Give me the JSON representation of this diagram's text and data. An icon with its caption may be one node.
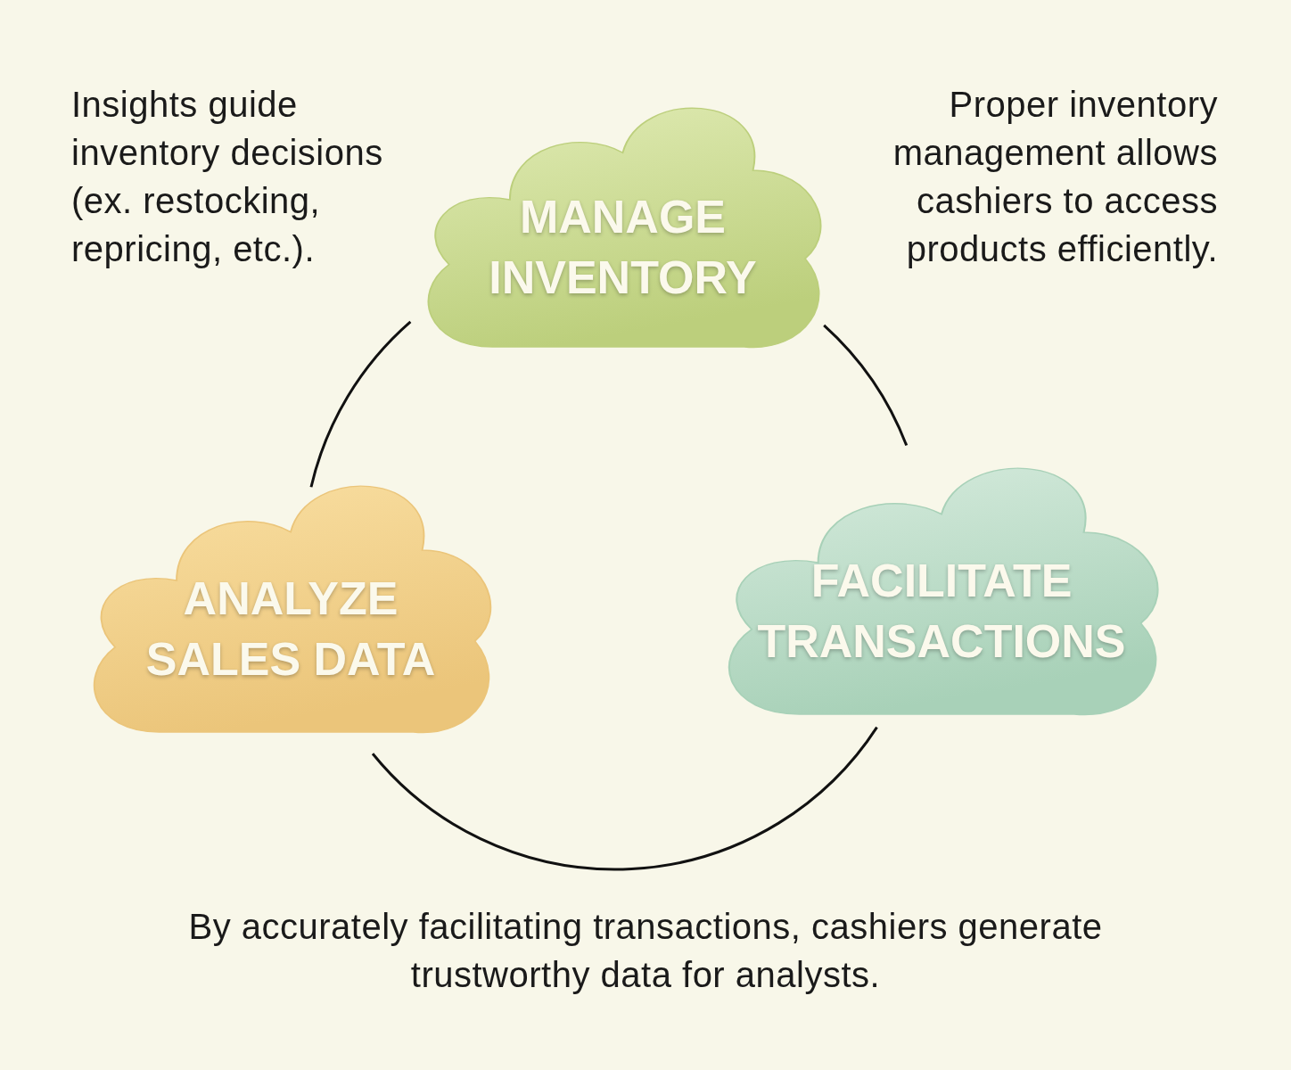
{
  "diagram": {
    "nodes": [
      {
        "text": [
          "MANAGE INVENTORY"
        ]
      },
      {
        "text": [
          "ANALYZE SALES DATA"
        ]
      },
      {
        "text": [
          "FACILITATE TRANSACTIONS"
        ]
      }
    ],
    "edges": [
      {
        "from": 0,
        "to": 2,
        "arrow": "none"
      },
      {
        "from": 2,
        "to": 1,
        "arrow": "none"
      },
      {
        "from": 1,
        "to": 0,
        "arrow": "none"
      }
    ],
    "labels": [
      "Insights guide inventory decisions (ex. restocking, repricing, etc.).",
      "Proper inventory management allows cashiers to access products efficiently.",
      "By accurately facilitating transactions, cashiers generate trustworthy data for analysts."
    ]
  }
}
